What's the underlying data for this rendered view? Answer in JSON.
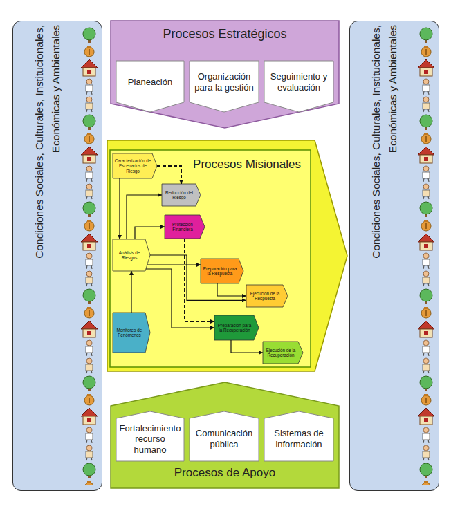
{
  "diagram": {
    "nodes": [
      {
        "text": [
          "Condiciones Sociales, Culturales, Institucionales, Económicas y Ambientales"
        ]
      },
      {
        "text": [
          "Procesos Estratégicos"
        ]
      },
      {
        "text": [
          "Planeación"
        ],
        "in": 1
      },
      {
        "text": [
          "Organización para la gestión"
        ],
        "in": 1
      },
      {
        "text": [
          "Seguimiento y evaluación"
        ],
        "in": 1
      },
      {
        "text": [
          "Procesos Misionales"
        ]
      },
      {
        "text": [
          "Caracterización de Escenarios de Riesgo"
        ],
        "in": 5
      },
      {
        "text": [
          "Reducción del Riesgo"
        ],
        "in": 5
      },
      {
        "text": [
          "Protección Financiera"
        ],
        "in": 5
      },
      {
        "text": [
          "Análisis de Riesgos"
        ],
        "in": 5
      },
      {
        "text": [
          "Preparación para la Respuesta"
        ],
        "in": 5
      },
      {
        "text": [
          "Ejecución de la Respuesta"
        ],
        "in": 5
      },
      {
        "text": [
          "Preparación para la Recuperación"
        ],
        "in": 5
      },
      {
        "text": [
          "Ejecución de la Recuperación"
        ],
        "in": 5
      },
      {
        "text": [
          "Monitoreo de Fenómenos"
        ],
        "in": 5
      },
      {
        "text": [
          "Procesos de Apoyo"
        ]
      },
      {
        "text": [
          "Fortalecimiento recurso humano"
        ],
        "in": 15
      },
      {
        "text": [
          "Comunicación pública"
        ],
        "in": 15
      },
      {
        "text": [
          "Sistemas de información"
        ],
        "in": 15
      },
      {
        "text": [
          "Condiciones Sociales, Culturales, Institucionales, Económicas y Ambientales"
        ]
      }
    ],
    "edges": [
      {
        "from": 6,
        "to": 7,
        "arrow": "to"
      },
      {
        "from": 6,
        "to": 9,
        "arrow": "to"
      },
      {
        "from": 9,
        "to": 7,
        "arrow": "to"
      },
      {
        "from": 9,
        "to": 8,
        "arrow": "to"
      },
      {
        "from": 9,
        "to": 10,
        "arrow": "to"
      },
      {
        "from": 9,
        "to": 11,
        "arrow": "to"
      },
      {
        "from": 9,
        "to": 12,
        "arrow": "to"
      },
      {
        "from": 14,
        "to": 9,
        "arrow": "to"
      },
      {
        "from": 10,
        "to": 11,
        "arrow": "to"
      },
      {
        "from": 12,
        "to": 13,
        "arrow": "to"
      },
      {
        "from": 8,
        "to": 12,
        "arrow": "to"
      }
    ]
  }
}
